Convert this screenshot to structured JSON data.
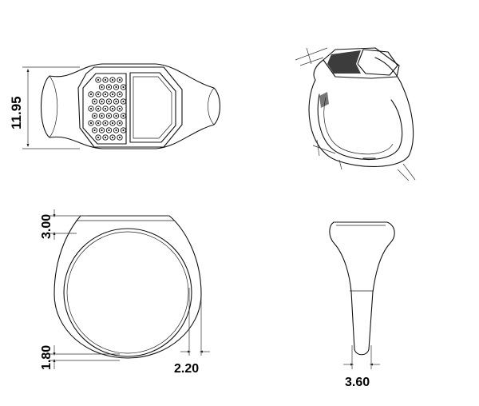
{
  "dimensions": {
    "top_height": "11.95",
    "front_bezel": "3.00",
    "front_shank_bottom": "1.80",
    "front_wall": "2.20",
    "side_shank_width": "3.60"
  },
  "colors": {
    "line": "#111111",
    "background": "#ffffff"
  }
}
